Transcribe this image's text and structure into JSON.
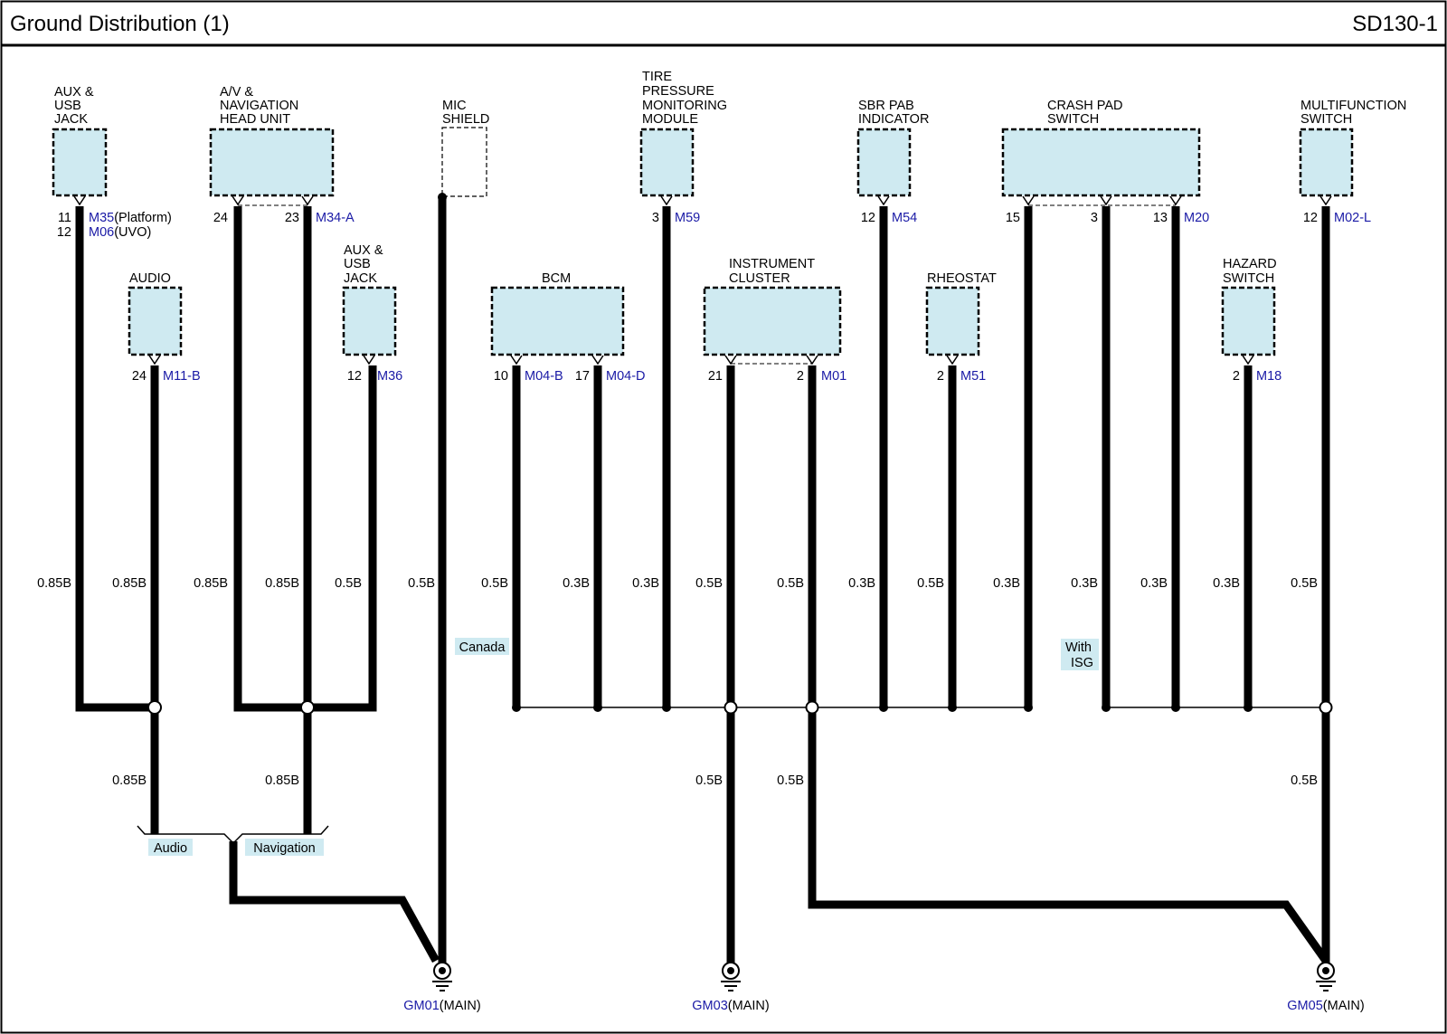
{
  "header": {
    "title": "Ground Distribution (1)",
    "page_id": "SD130-1"
  },
  "components": {
    "aux_usb_jack_1": [
      "AUX &",
      "USB",
      "JACK"
    ],
    "av_nav_head_unit": [
      "A/V &",
      "NAVIGATION",
      "HEAD UNIT"
    ],
    "mic_shield": [
      "MIC",
      "SHIELD"
    ],
    "tpms_module": [
      "TIRE",
      "PRESSURE",
      "MONITORING",
      "MODULE"
    ],
    "sbr_pab_indicator": [
      "SBR PAB",
      "INDICATOR"
    ],
    "crash_pad_switch": [
      "CRASH PAD",
      "SWITCH"
    ],
    "multifunction_switch": [
      "MULTIFUNCTION",
      "SWITCH"
    ],
    "audio": [
      "AUDIO"
    ],
    "aux_usb_jack_2": [
      "AUX &",
      "USB",
      "JACK"
    ],
    "bcm": [
      "BCM"
    ],
    "instrument_cluster": [
      "INSTRUMENT",
      "CLUSTER"
    ],
    "rheostat": [
      "RHEOSTAT"
    ],
    "hazard_switch": [
      "HAZARD",
      "SWITCH"
    ]
  },
  "connectors": {
    "m35": {
      "pin": "11",
      "code": "M35",
      "suffix": "(Platform)"
    },
    "m06": {
      "pin": "12",
      "code": "M06",
      "suffix": "(UVO)"
    },
    "m34a": {
      "pin_a": "24",
      "pin_b": "23",
      "code": "M34-A"
    },
    "m59": {
      "pin": "3",
      "code": "M59"
    },
    "m54": {
      "pin": "12",
      "code": "M54"
    },
    "m20": {
      "pin_a": "15",
      "pin_b": "3",
      "pin_c": "13",
      "code": "M20"
    },
    "m02l": {
      "pin": "12",
      "code": "M02-L"
    },
    "m11b": {
      "pin": "24",
      "code": "M11-B"
    },
    "m36": {
      "pin": "12",
      "code": "M36"
    },
    "m04b": {
      "pin": "10",
      "code": "M04-B"
    },
    "m04d": {
      "pin": "17",
      "code": "M04-D"
    },
    "m01": {
      "pin_a": "21",
      "pin_b": "2",
      "code": "M01"
    },
    "m51": {
      "pin": "2",
      "code": "M51"
    },
    "m18": {
      "pin": "2",
      "code": "M18"
    }
  },
  "wire_specs": [
    "0.85B",
    "0.85B",
    "0.85B",
    "0.85B",
    "0.5B",
    "0.5B",
    "0.5B",
    "0.3B",
    "0.3B",
    "0.5B",
    "0.5B",
    "0.3B",
    "0.5B",
    "0.3B",
    "0.3B",
    "0.3B",
    "0.3B",
    "0.5B"
  ],
  "lower_wire_specs": [
    "0.85B",
    "0.85B",
    "0.5B",
    "0.5B",
    "0.5B"
  ],
  "options": {
    "canada": "Canada",
    "with_isg": [
      "With",
      "ISG"
    ],
    "audio": "Audio",
    "navigation": "Navigation"
  },
  "grounds": {
    "gm01": {
      "code": "GM01",
      "suffix": "(MAIN)"
    },
    "gm03": {
      "code": "GM03",
      "suffix": "(MAIN)"
    },
    "gm05": {
      "code": "GM05",
      "suffix": "(MAIN)"
    }
  },
  "colors": {
    "component_fill": "#cfeaf1",
    "connector_code": "#1a1aa6",
    "wire": "#000000"
  }
}
